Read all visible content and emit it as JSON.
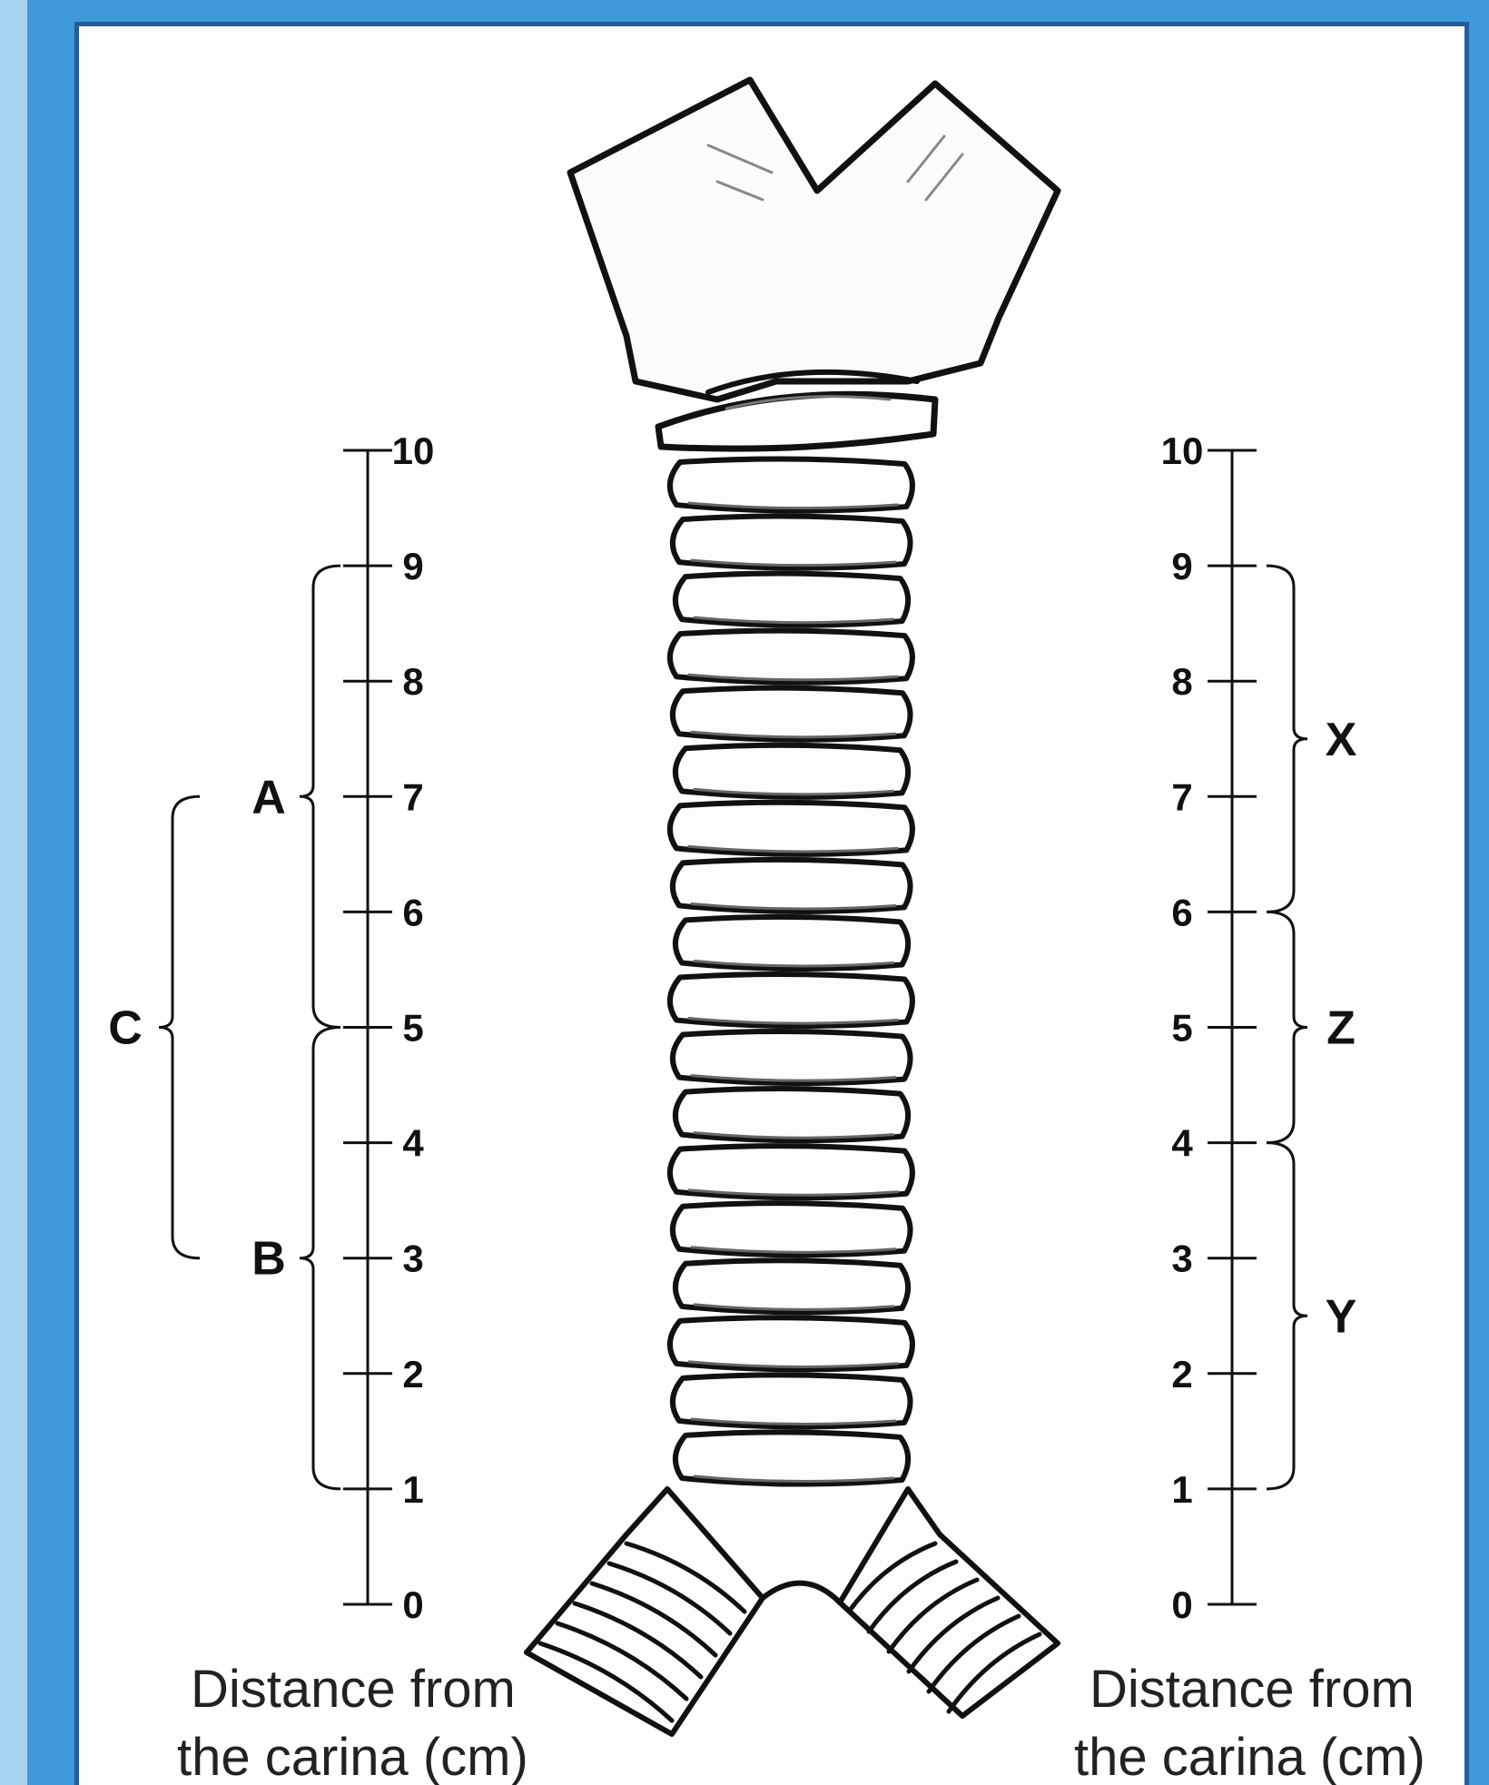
{
  "left_scale": {
    "ticks": [
      "0",
      "1",
      "2",
      "3",
      "4",
      "5",
      "6",
      "7",
      "8",
      "9",
      "10"
    ],
    "caption_line1": "Distance from",
    "caption_line2": "the carina (cm)",
    "segments": [
      {
        "label": "A",
        "from": 5,
        "to": 9
      },
      {
        "label": "B",
        "from": 1,
        "to": 5
      },
      {
        "label": "C",
        "from": 3,
        "to": 7
      }
    ]
  },
  "right_scale": {
    "ticks": [
      "0",
      "1",
      "2",
      "3",
      "4",
      "5",
      "6",
      "7",
      "8",
      "9",
      "10"
    ],
    "caption_line1": "Distance from",
    "caption_line2": "the carina (cm)",
    "segments": [
      {
        "label": "X",
        "from": 6,
        "to": 9
      },
      {
        "label": "Z",
        "from": 4,
        "to": 6
      },
      {
        "label": "Y",
        "from": 1,
        "to": 4
      }
    ]
  },
  "colors": {
    "outer_frame": "#3d99d8",
    "left_edge": "#a7d3f1",
    "panel_border": "#1f5f9e",
    "line": "#111111"
  }
}
